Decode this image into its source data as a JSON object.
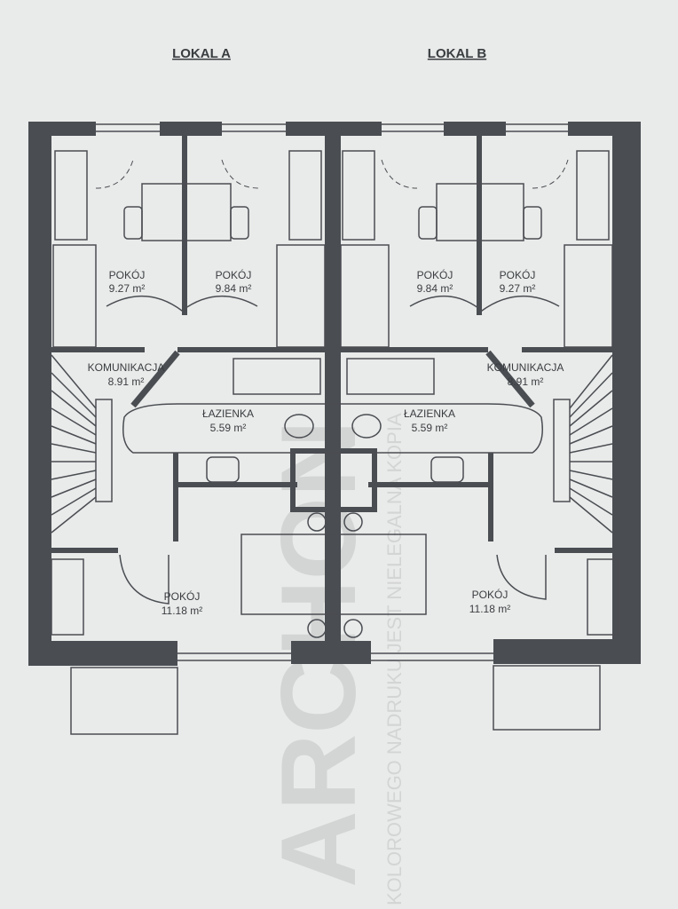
{
  "titles": {
    "unit_a": "LOKAL A",
    "unit_b": "LOKAL B"
  },
  "rooms": {
    "a_room1": {
      "name": "POKÓJ",
      "area": "9.27 m²"
    },
    "a_room2": {
      "name": "POKÓJ",
      "area": "9.84 m²"
    },
    "a_hall": {
      "name": "KOMUNIKACJA",
      "area": "8.91 m²"
    },
    "a_bath": {
      "name": "ŁAZIENKA",
      "area": "5.59 m²"
    },
    "a_room3": {
      "name": "POKÓJ",
      "area": "11.18 m²"
    },
    "b_room1": {
      "name": "POKÓJ",
      "area": "9.84 m²"
    },
    "b_room2": {
      "name": "POKÓJ",
      "area": "9.27 m²"
    },
    "b_hall": {
      "name": "KOMUNIKACJA",
      "area": "8.91 m²"
    },
    "b_bath": {
      "name": "ŁAZIENKA",
      "area": "5.59 m²"
    },
    "b_room3": {
      "name": "POKÓJ",
      "area": "11.18 m²"
    }
  },
  "watermark": {
    "logo": "ARCHON",
    "notice": "KOLOROWEGO NADRUKU JEST NIELEGALNA KOPIA"
  },
  "colors": {
    "paper": "#e9ebea",
    "wall": "#4a4d52",
    "watermark": "#d3d5d4"
  }
}
